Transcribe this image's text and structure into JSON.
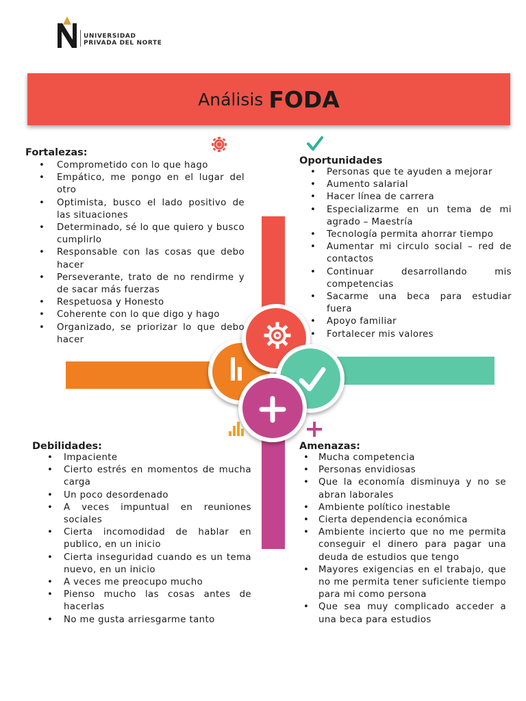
{
  "header": {
    "logo_lines": [
      "UNIVERSIDAD",
      "PRIVADA DEL NORTE"
    ],
    "title_light": "Análisis",
    "title_bold": "FODA"
  },
  "fortalezas": {
    "title": "Fortalezas:",
    "items": [
      "Comprometido con lo que hago",
      "Empático, me pongo en el lugar del otro",
      "Optimista, busco el lado positivo de las situaciones",
      "Determinado, sé lo que quiero y busco cumplirlo",
      "Responsable con las cosas que debo hacer",
      "Perseverante, trato de no rendirme y de sacar más fuerzas",
      "Respetuosa y Honesto",
      "Coherente con lo que digo y hago",
      "Organizado, se priorizar lo que debo hacer"
    ]
  },
  "oportunidades": {
    "title": "Oportunidades",
    "items": [
      "Personas que te ayuden a mejorar",
      "Aumento salarial",
      "Hacer línea de carrera",
      "Especializarme en un tema de mi agrado – Maestría",
      "Tecnología permita ahorrar tiempo",
      "Aumentar mi circulo social – red de contactos",
      "Continuar desarrollando mis competencias",
      "Sacarme una beca para estudiar fuera",
      "Apoyo familiar",
      "Fortalecer mis valores"
    ]
  },
  "debilidades": {
    "title": "Debilidades:",
    "items": [
      "Impaciente",
      "Cierto estrés en momentos de mucha carga",
      "Un poco desordenado",
      "A veces impuntual en reuniones sociales",
      "Cierta incomodidad de hablar en publico, en un inicio",
      "Cierta inseguridad cuando es un tema nuevo, en un inicio",
      "A veces me preocupo mucho",
      "Pienso mucho las cosas antes de hacerlas",
      "No me gusta arriesgarme tanto"
    ]
  },
  "amenazas": {
    "title": "Amenazas:",
    "items": [
      "Mucha competencia",
      "Personas envidiosas",
      "Que la economía disminuya y no se abran laborales",
      "Ambiente político inestable",
      "Cierta dependencia económica",
      "Ambiente incierto que no me permita conseguir el dinero para pagar una deuda de estudios que tengo",
      "Mayores exigencias en el trabajo, que no me permita tener suficiente tiempo para mi como persona",
      "Que sea muy complicado acceder a una beca para estudios"
    ]
  },
  "colors": {
    "red": "#ef5347",
    "orange": "#f07f22",
    "teal": "#5cc8a6",
    "magenta": "#c2448c",
    "banner": "#ef5347"
  },
  "icons": {
    "top_left": "gear-icon",
    "top_right": "checkmark-icon",
    "bottom_left": "bar-chart-icon",
    "bottom_right": "plus-icon"
  }
}
